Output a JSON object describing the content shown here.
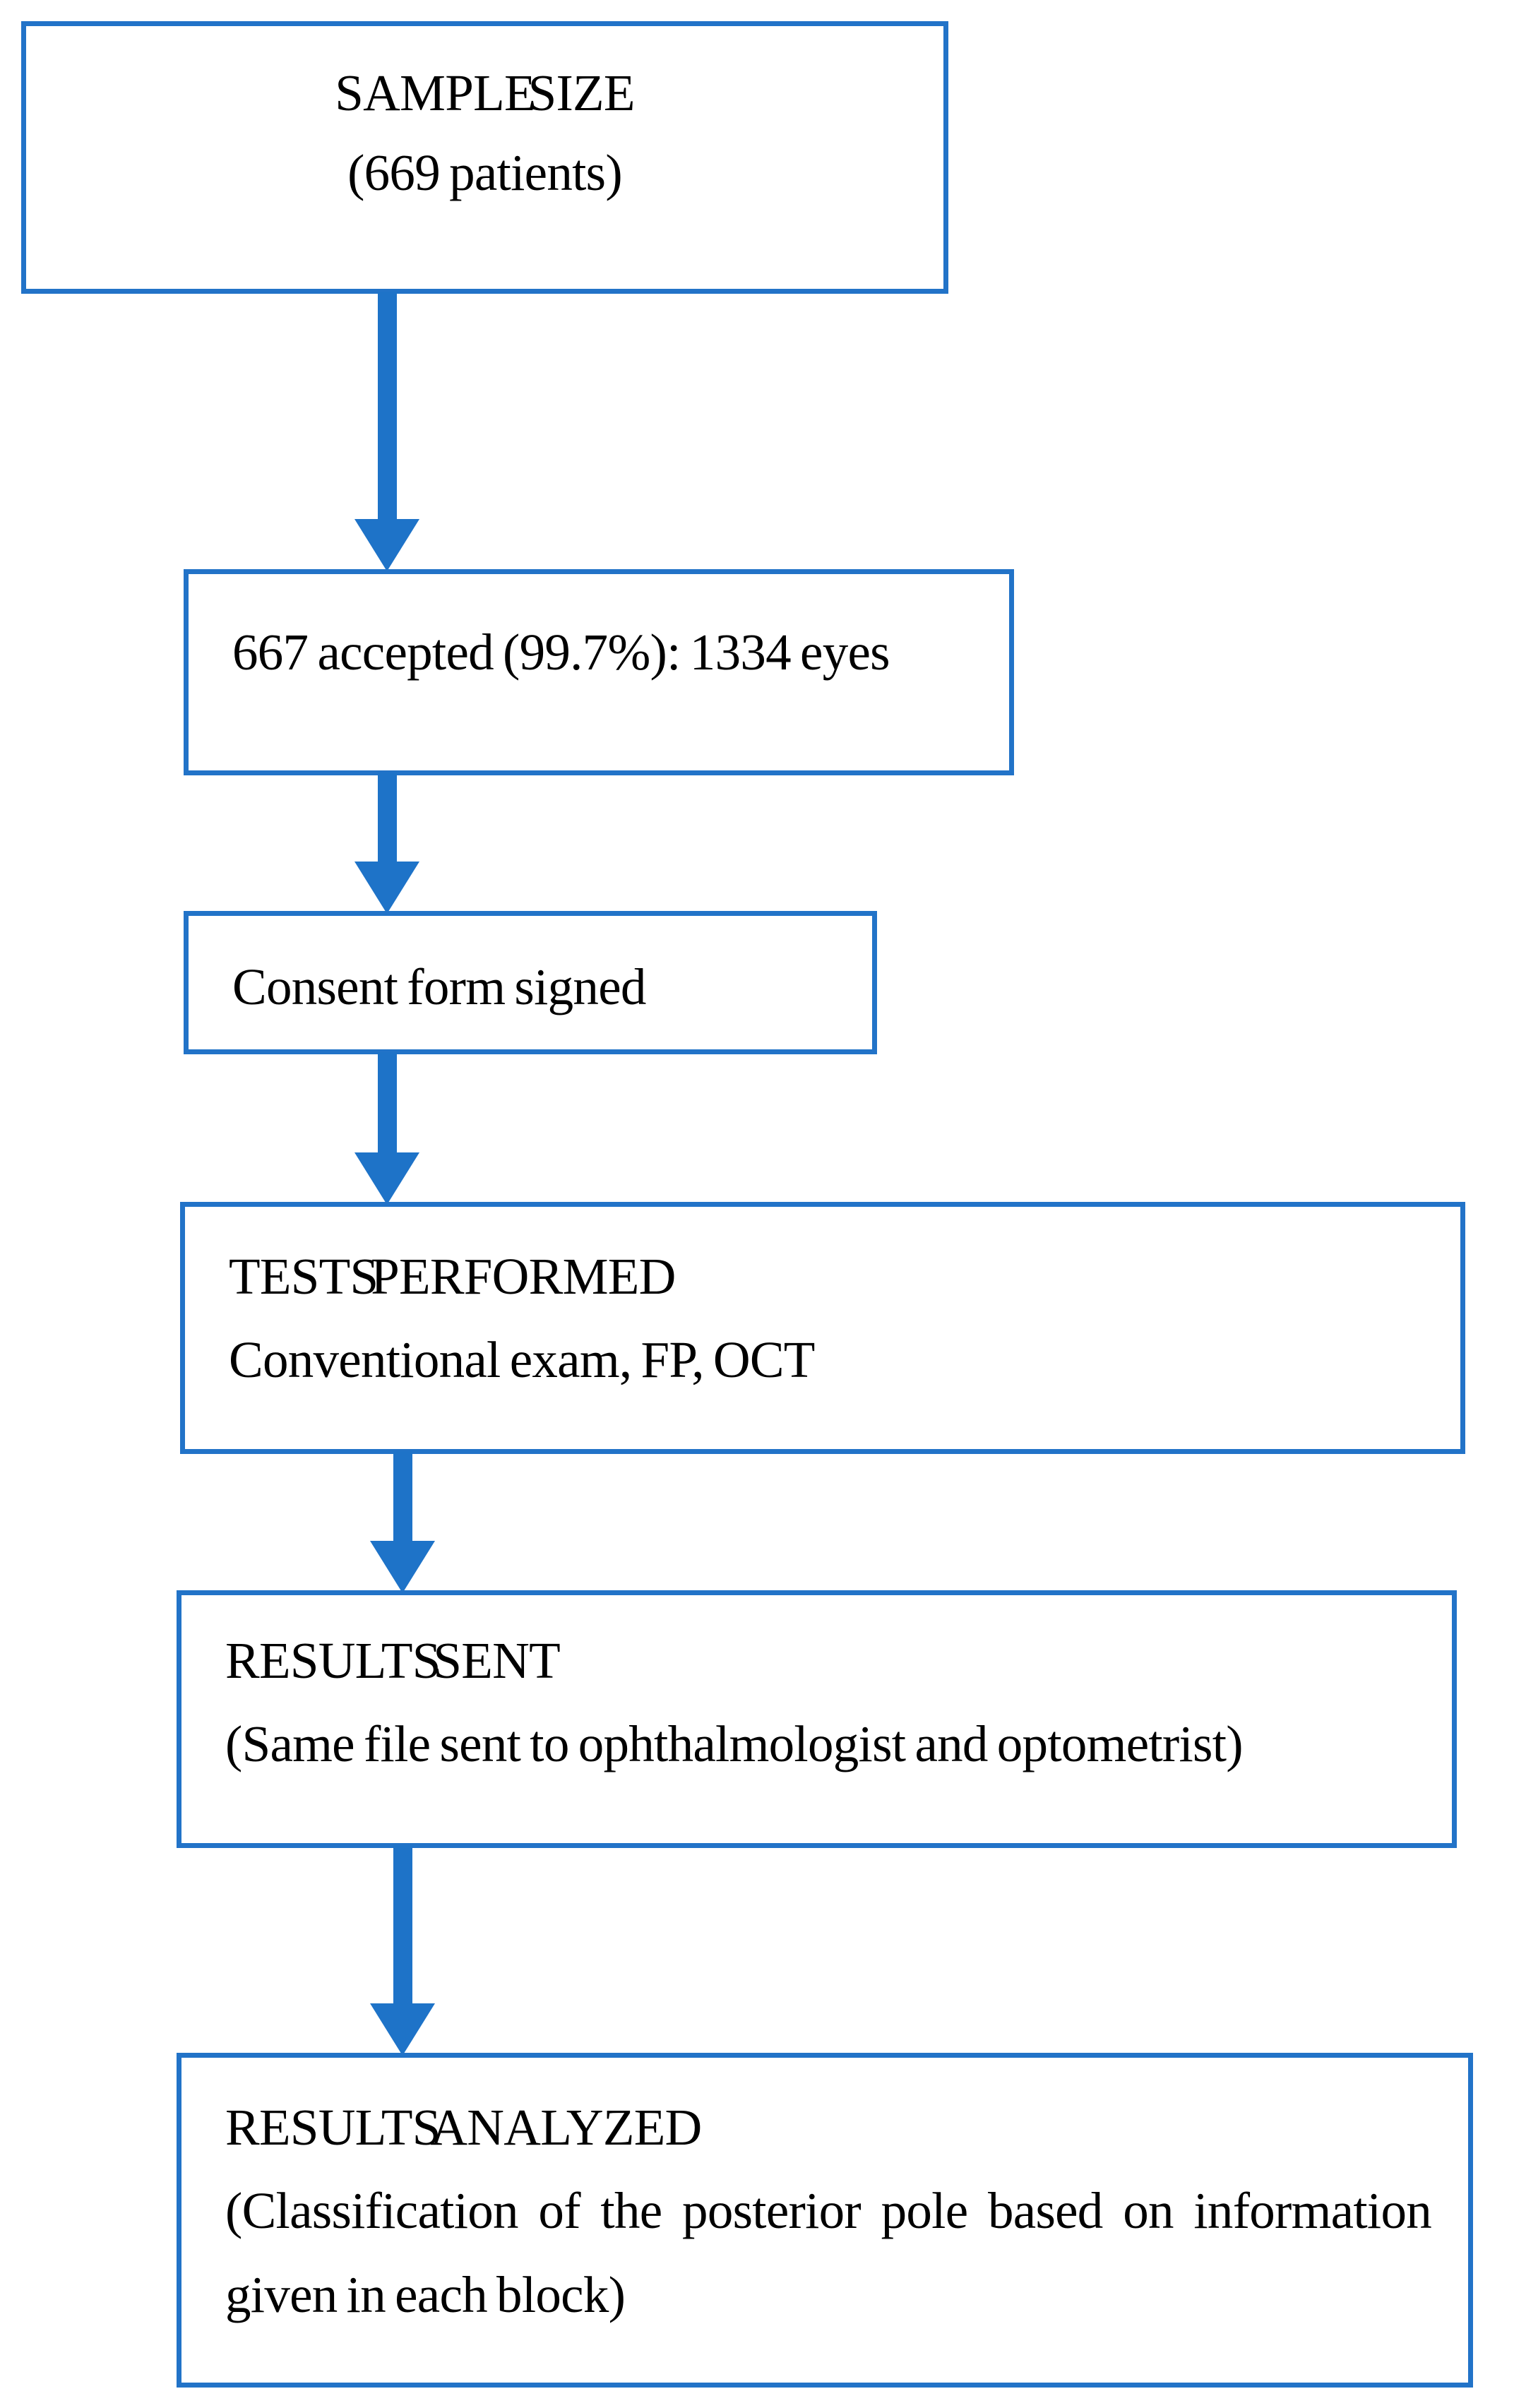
{
  "diagram": {
    "type": "flowchart",
    "direction": "top-down",
    "accent_color": "#2273c8",
    "arrow_color": "#1e73c8",
    "background_color": "#ffffff",
    "text_color": "#000000",
    "nodes": [
      {
        "id": "sample-size",
        "title": "SAMPLE SIZE",
        "subtitle": "(669 patients)"
      },
      {
        "id": "accepted",
        "title": "667 accepted (99.7%): 1334 eyes",
        "subtitle": ""
      },
      {
        "id": "consent",
        "title": "Consent form signed",
        "subtitle": ""
      },
      {
        "id": "tests-performed",
        "title": "TESTS PERFORMED",
        "subtitle": "Conventional exam, FP, OCT"
      },
      {
        "id": "results-sent",
        "title": "RESULTS SENT",
        "subtitle": "(Same file sent to ophthalmologist and optometrist)"
      },
      {
        "id": "results-analyzed",
        "title": "RESULTS ANALYZED",
        "subtitle": "(Classification of the posterior pole based on information given in each block)"
      }
    ],
    "edges": [
      {
        "from": "sample-size",
        "to": "accepted"
      },
      {
        "from": "accepted",
        "to": "consent"
      },
      {
        "from": "consent",
        "to": "tests-performed"
      },
      {
        "from": "tests-performed",
        "to": "results-sent"
      },
      {
        "from": "results-sent",
        "to": "results-analyzed"
      }
    ]
  }
}
